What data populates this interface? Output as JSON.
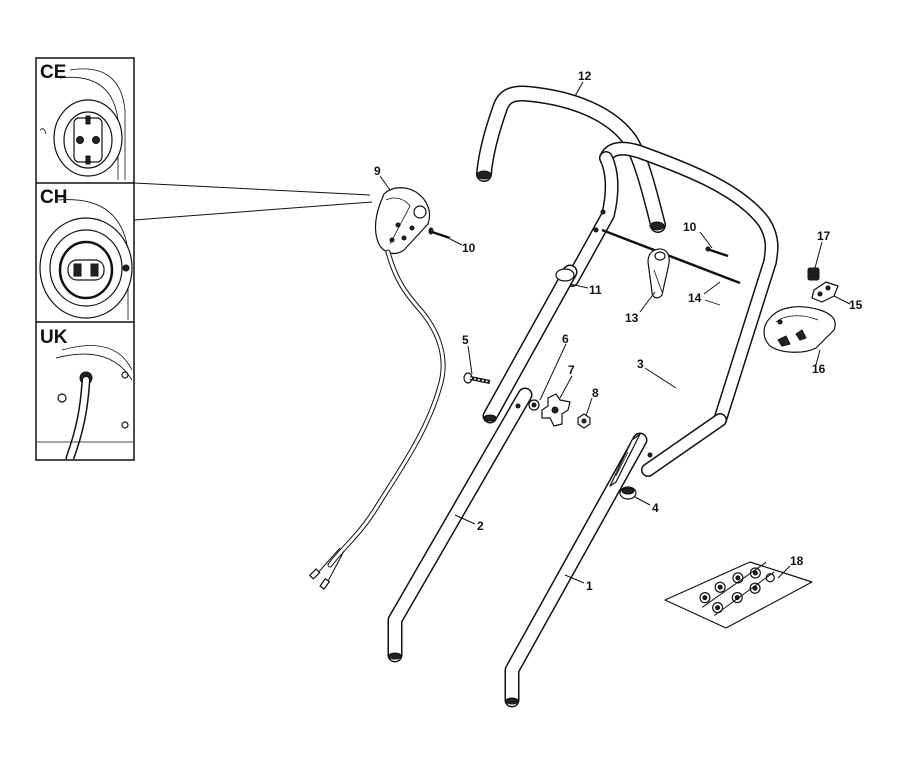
{
  "insets": [
    {
      "key": "ce",
      "label": "CE"
    },
    {
      "key": "ch",
      "label": "CH"
    },
    {
      "key": "uk",
      "label": "UK"
    }
  ],
  "callouts": {
    "p1": "1",
    "p2": "2",
    "p3": "3",
    "p4": "4",
    "p5": "5",
    "p6": "6",
    "p7": "7",
    "p8": "8",
    "p9": "9",
    "p10a": "10",
    "p10b": "10",
    "p11": "11",
    "p12": "12",
    "p13": "13",
    "p14": "14",
    "p15": "15",
    "p16": "16",
    "p17": "17",
    "p18": "18"
  }
}
